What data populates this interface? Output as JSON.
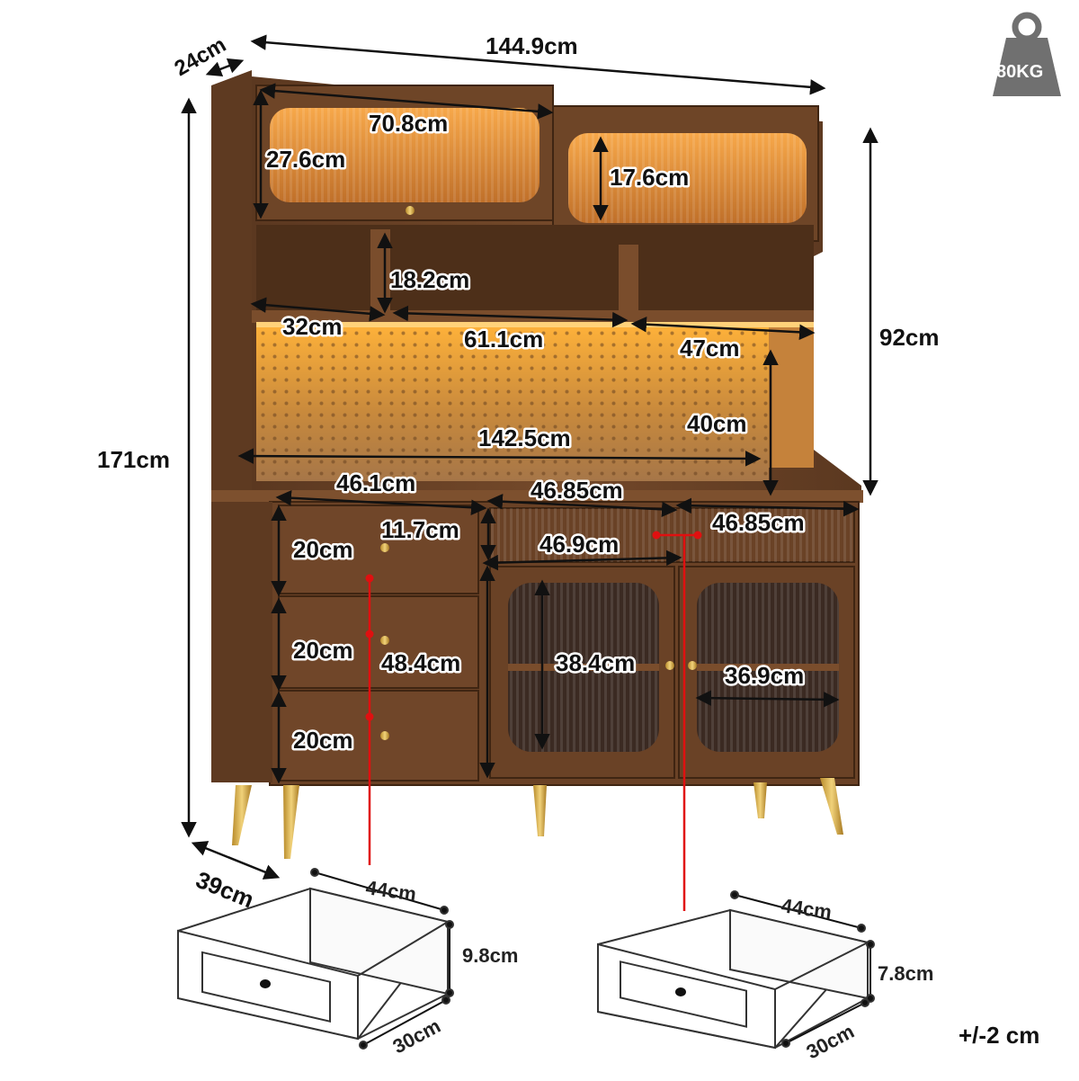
{
  "colors": {
    "wood": "#6b4326",
    "wood_dark": "#4a2c17",
    "wood_light": "#8a5a36",
    "glow": "#e8a53a",
    "glow_bright": "#ffc866",
    "gold": "#d4a93c",
    "glass": "#3a2a22",
    "weight_badge": "#707070",
    "dot_red": "#e01010"
  },
  "weight": {
    "icon": "weight-icon",
    "label": "80KG"
  },
  "dimensions": {
    "overall_width": "144.9cm",
    "top_depth": "24cm",
    "overall_height": "171cm",
    "hutch_height": "92cm",
    "base_depth": "39cm",
    "top_door_width": "70.8cm",
    "top_cabinet_height": "27.6cm",
    "top_glass_height": "17.6cm",
    "open_shelf_height": "18.2cm",
    "left_shelf_width": "32cm",
    "middle_shelf_width": "61.1cm",
    "right_shelf_width": "47cm",
    "pegboard_height": "40cm",
    "pegboard_width": "142.5cm",
    "drawer_column_width": "46.1cm",
    "top_drawer_width_a": "46.85cm",
    "top_drawer_width_b": "46.85cm",
    "top_drawer_height": "11.7cm",
    "door_section_width": "46.9cm",
    "drawer_front_1": "20cm",
    "drawer_front_2": "20cm",
    "drawer_front_3": "20cm",
    "drawer_column_height": "48.4cm",
    "glass_door_height": "38.4cm",
    "inner_shelf_width": "36.9cm"
  },
  "drawer_left": {
    "width": "44cm",
    "height": "9.8cm",
    "depth": "30cm"
  },
  "drawer_right": {
    "width": "44cm",
    "height": "7.8cm",
    "depth": "30cm"
  },
  "tolerance": "+/-2 cm"
}
